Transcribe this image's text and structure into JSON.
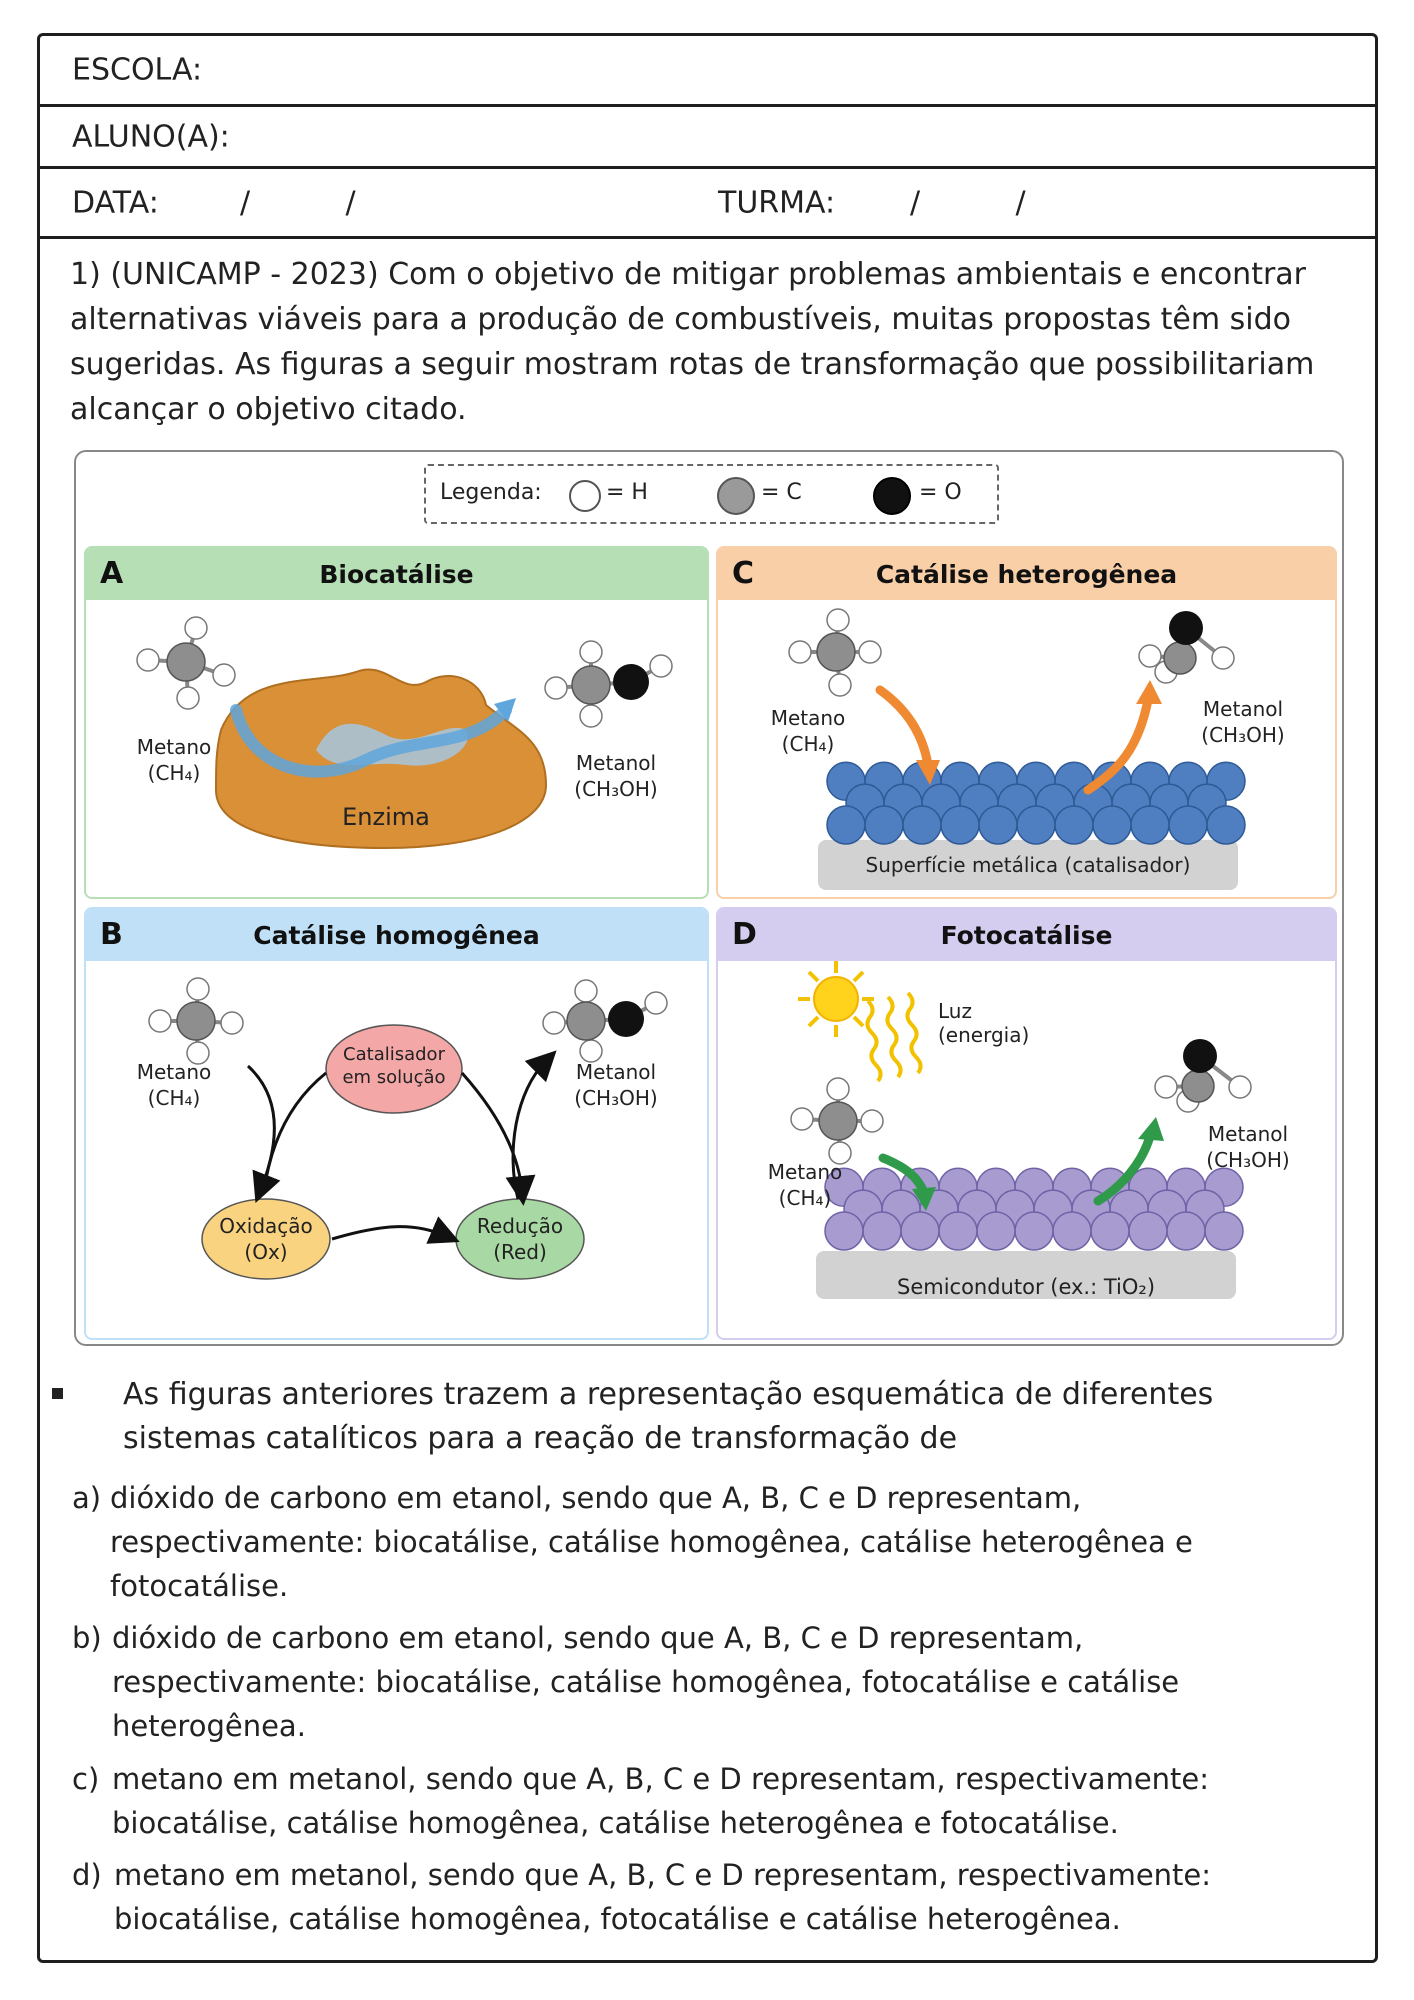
{
  "header": {
    "school_label": "ESCOLA:",
    "student_label": "ALUNO(A):",
    "date_label": "DATA:",
    "date_slashes": "/          /",
    "class_label": "TURMA:",
    "class_slashes": "/          /"
  },
  "question": {
    "text": "1) (UNICAMP - 2023) Com o objetivo de mitigar problemas ambientais e encontrar alternativas viáveis para a produção de combustíveis, muitas propostas têm sido sugeridas. As figuras a seguir mostram rotas de transformação que possibilitariam alcançar o objetivo citado."
  },
  "figure": {
    "legend": {
      "title": "Legenda:",
      "h": "= H",
      "c": "= C",
      "o": "= O"
    },
    "panels": [
      {
        "letter": "A",
        "title": "Biocatálise",
        "color": "#b7dfb5",
        "methane": "Metano",
        "methane_formula": "(CH₄)",
        "methanol": "Metanol",
        "methanol_formula": "(CH₃OH)",
        "extra": "Enzima"
      },
      {
        "letter": "B",
        "title": "Catálise homogênea",
        "color": "#bfe0f7",
        "methane": "Metano",
        "methane_formula": "(CH₄)",
        "methanol": "Metanol",
        "methanol_formula": "(CH₃OH)",
        "catalyst": "Catalisador em solução",
        "oxidation": "Oxidação",
        "oxidation_abbr": "(Ox)",
        "reduction": "Redução",
        "reduction_abbr": "(Red)"
      },
      {
        "letter": "C",
        "title": "Catálise heterogênea",
        "color": "#f9cfa8",
        "methane": "Metano",
        "methane_formula": "(CH₄)",
        "methanol": "Metanol",
        "methanol_formula": "(CH₃OH)",
        "surface": "Superfície metálica (catalisador)"
      },
      {
        "letter": "D",
        "title": "Fotocatálise",
        "color": "#d5cdf0",
        "methane": "Metano",
        "methane_formula": "(CH₄)",
        "methanol": "Metanol",
        "methanol_formula": "(CH₃OH)",
        "light": "Luz",
        "light_sub": "(energia)",
        "surface": "Semicondutor (ex.: TiO₂)"
      }
    ]
  },
  "statement": "As figuras anteriores trazem a representação esquemática de diferentes sistemas catalíticos para a reação de transformação de",
  "options": [
    {
      "letter": "a)",
      "text": "dióxido de carbono em etanol, sendo que A, B, C e D representam, respectivamente: biocatálise, catálise homogênea, catálise heterogênea e fotocatálise."
    },
    {
      "letter": "b)",
      "text": "dióxido de carbono em etanol, sendo que A, B, C e D representam, respectivamente: biocatálise, catálise homogênea, fotocatálise e catálise heterogênea."
    },
    {
      "letter": "c)",
      "text": "metano em metanol, sendo que A, B, C e D representam, respectivamente: biocatálise, catálise homogênea, catálise heterogênea e fotocatálise."
    },
    {
      "letter": "d)",
      "text": "metano em metanol, sendo que A, B, C e D representam, respectivamente: biocatálise, catálise homogênea, fotocatálise e catálise heterogênea."
    }
  ]
}
